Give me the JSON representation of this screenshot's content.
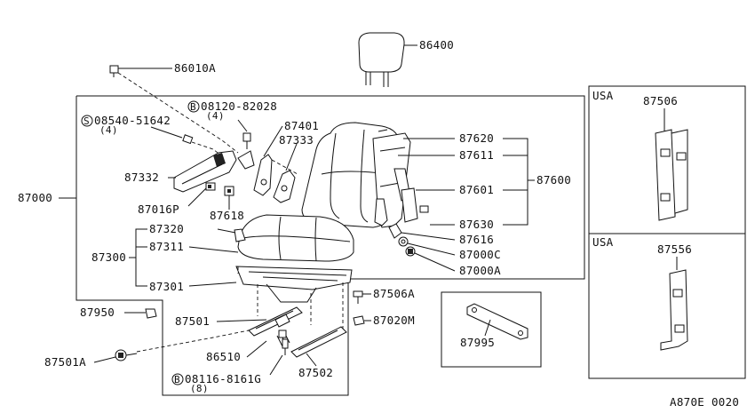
{
  "diagram_code": "A870E 0020",
  "group_labels": {
    "seat_assembly": "87000",
    "cushion_assembly": "87300",
    "back_assembly": "87600"
  },
  "parts": {
    "p86400": "86400",
    "p86010A": "86010A",
    "p87332": "87332",
    "p87016P": "87016P",
    "p87618": "87618",
    "p87401": "87401",
    "p87333": "87333",
    "p87620": "87620",
    "p87611": "87611",
    "p87601": "87601",
    "p87630": "87630",
    "p87616": "87616",
    "p87000C": "87000C",
    "p87000A": "87000A",
    "p87320": "87320",
    "p87311": "87311",
    "p87301": "87301",
    "p87506A": "87506A",
    "p87020M": "87020M",
    "p87950": "87950",
    "p87501": "87501",
    "p86510": "86510",
    "p87502": "87502",
    "p87501A": "87501A",
    "p87995": "87995",
    "p87506": "87506",
    "p87556": "87556"
  },
  "bolts": {
    "b1_code": "08120-82028",
    "b1_qty": "(4)",
    "b1_prefix": "B",
    "s1_code": "08540-51642",
    "s1_qty": "(4)",
    "s1_prefix": "S",
    "b2_code": "08116-8161G",
    "b2_qty": "(8)",
    "b2_prefix": "B"
  },
  "inset_usa_top": {
    "region": "USA"
  },
  "inset_usa_bottom": {
    "region": "USA"
  }
}
